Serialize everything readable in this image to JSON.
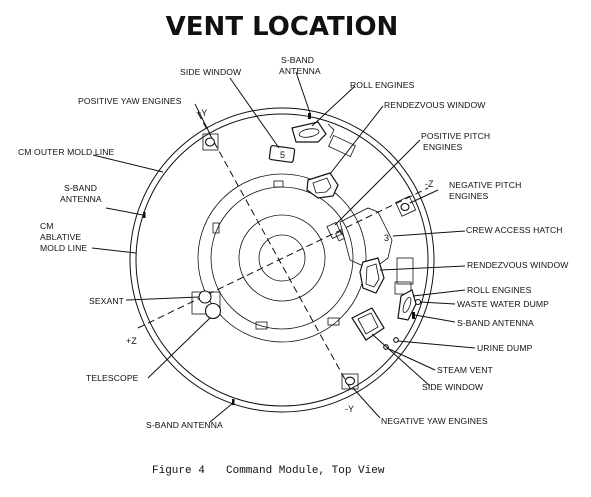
{
  "title": "VENT LOCATION",
  "caption": {
    "figure": "Figure 4",
    "text": "Command Module, Top View"
  },
  "axes": {
    "plus_y": "+Y",
    "minus_y": "-Y",
    "plus_z": "+Z",
    "minus_z": "-Z"
  },
  "hatch_number": "3",
  "window_number": "5",
  "labels": {
    "side_window_top": "SIDE WINDOW",
    "s_band_top_1": "S-BAND",
    "s_band_top_2": "ANTENNA",
    "roll_engines_top": "ROLL ENGINES",
    "positive_yaw": "POSITIVE YAW ENGINES",
    "rendezvous_window_top": "RENDEZVOUS WINDOW",
    "positive_pitch_1": "POSITIVE PITCH",
    "positive_pitch_2": "ENGINES",
    "cm_outer_mold": "CM OUTER MOLD LINE",
    "s_band_left_1": "S-BAND",
    "s_band_left_2": "ANTENNA",
    "negative_pitch_1": "NEGATIVE PITCH",
    "negative_pitch_2": "ENGINES",
    "cm_ablative_1": "CM",
    "cm_ablative_2": "ABLATIVE",
    "cm_ablative_3": "MOLD LINE",
    "crew_access_hatch": "CREW ACCESS HATCH",
    "rendezvous_window_right": "RENDEZVOUS WINDOW",
    "sexant": "SEXANT",
    "roll_engines_right": "ROLL ENGINES",
    "waste_water_dump": "WASTE WATER DUMP",
    "s_band_right": "S-BAND ANTENNA",
    "urine_dump": "URINE DUMP",
    "telescope": "TELESCOPE",
    "steam_vent": "STEAM VENT",
    "side_window_bottom": "SIDE WINDOW",
    "s_band_bottom": "S-BAND ANTENNA",
    "negative_yaw": "NEGATIVE YAW ENGINES"
  }
}
